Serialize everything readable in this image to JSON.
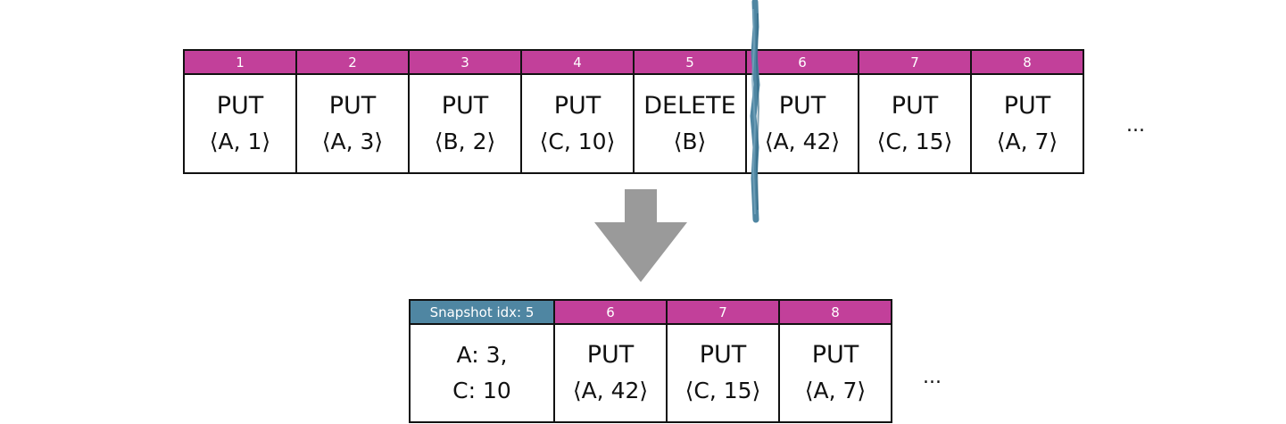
{
  "top_log": {
    "entries": [
      {
        "index": "1",
        "op": "PUT",
        "arg": "⟨A, 1⟩"
      },
      {
        "index": "2",
        "op": "PUT",
        "arg": "⟨A, 3⟩"
      },
      {
        "index": "3",
        "op": "PUT",
        "arg": "⟨B, 2⟩"
      },
      {
        "index": "4",
        "op": "PUT",
        "arg": "⟨C, 10⟩"
      },
      {
        "index": "5",
        "op": "DELETE",
        "arg": "⟨B⟩"
      },
      {
        "index": "6",
        "op": "PUT",
        "arg": "⟨A, 42⟩"
      },
      {
        "index": "7",
        "op": "PUT",
        "arg": "⟨C, 15⟩"
      },
      {
        "index": "8",
        "op": "PUT",
        "arg": "⟨A, 7⟩"
      }
    ],
    "ellipsis": "..."
  },
  "bottom_log": {
    "snapshot": {
      "header": "Snapshot idx: 5",
      "line1": "A: 3,",
      "line2": "C: 10"
    },
    "entries": [
      {
        "index": "6",
        "op": "PUT",
        "arg": "⟨A, 42⟩"
      },
      {
        "index": "7",
        "op": "PUT",
        "arg": "⟨C, 15⟩"
      },
      {
        "index": "8",
        "op": "PUT",
        "arg": "⟨A, 7⟩"
      }
    ],
    "ellipsis": "..."
  },
  "colors": {
    "index_header": "#c2409a",
    "snapshot_header": "#4f86a2",
    "cut_line": "#4f86a2",
    "arrow": "#9a9a9a"
  },
  "icons": {
    "cut_line": "compaction-cut-line",
    "arrow": "down-arrow-icon"
  }
}
